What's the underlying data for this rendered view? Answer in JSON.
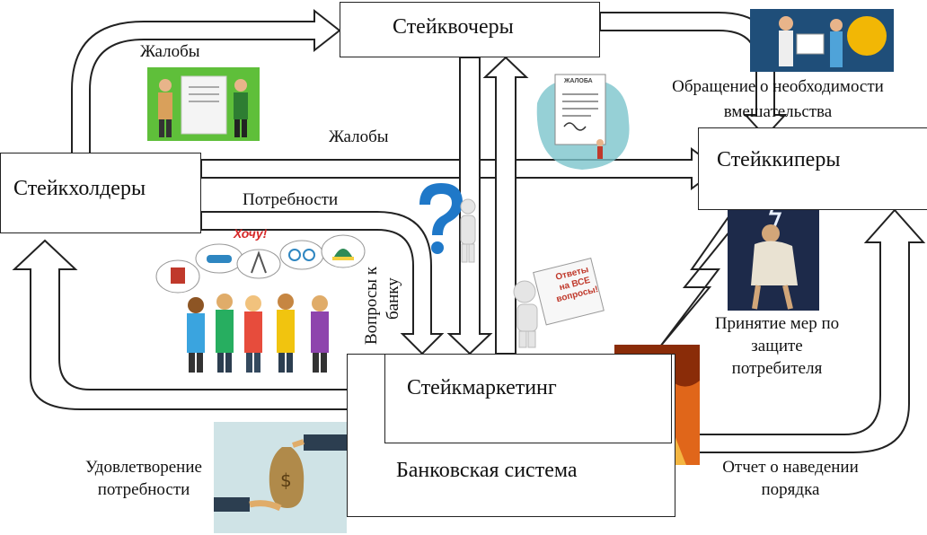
{
  "nodes": {
    "stakeholders": "Стейкхолдеры",
    "stakevouchers": "Стейквочеры",
    "stakekeepers": "Стейккиперы",
    "stakemarketing": "Стейкмаркетинг",
    "banking_system": "Банковская система"
  },
  "edges": {
    "complaints_top": "Жалобы",
    "complaints_mid": "Жалобы",
    "needs": "Потребности",
    "bank_questions_line1": "Вопросы к",
    "bank_questions_line2": "банку",
    "intervention_line1": "Обращение о необходимости",
    "intervention_line2": "вмешательства",
    "protection_line1": "Принятие мер по",
    "protection_line2": "защите",
    "protection_line3": "потребителя",
    "satisfaction_line1": "Удовлетворение",
    "satisfaction_line2": "потребности",
    "report_line1": "Отчет о наведении",
    "report_line2": "порядка"
  },
  "illustrations": {
    "contract": "illustration-contract",
    "meeting": "illustration-meeting",
    "complaint_doc": "illustration-complaint-doc",
    "complaint_doc_text": "ЖАЛОБА",
    "question": "illustration-question-mark",
    "people_text": "Хочу!",
    "answers_text_1": "Ответы",
    "answers_text_2": "на ВСЕ",
    "answers_text_3": "вопросы!",
    "zeus": "illustration-zeus",
    "knight": "illustration-fire-knight",
    "money": "illustration-money-bag"
  },
  "colors": {
    "line": "#222222",
    "green_pic": "#5fbf3a",
    "teal_pic": "#5aa9b5",
    "fire": "#e0661a"
  }
}
